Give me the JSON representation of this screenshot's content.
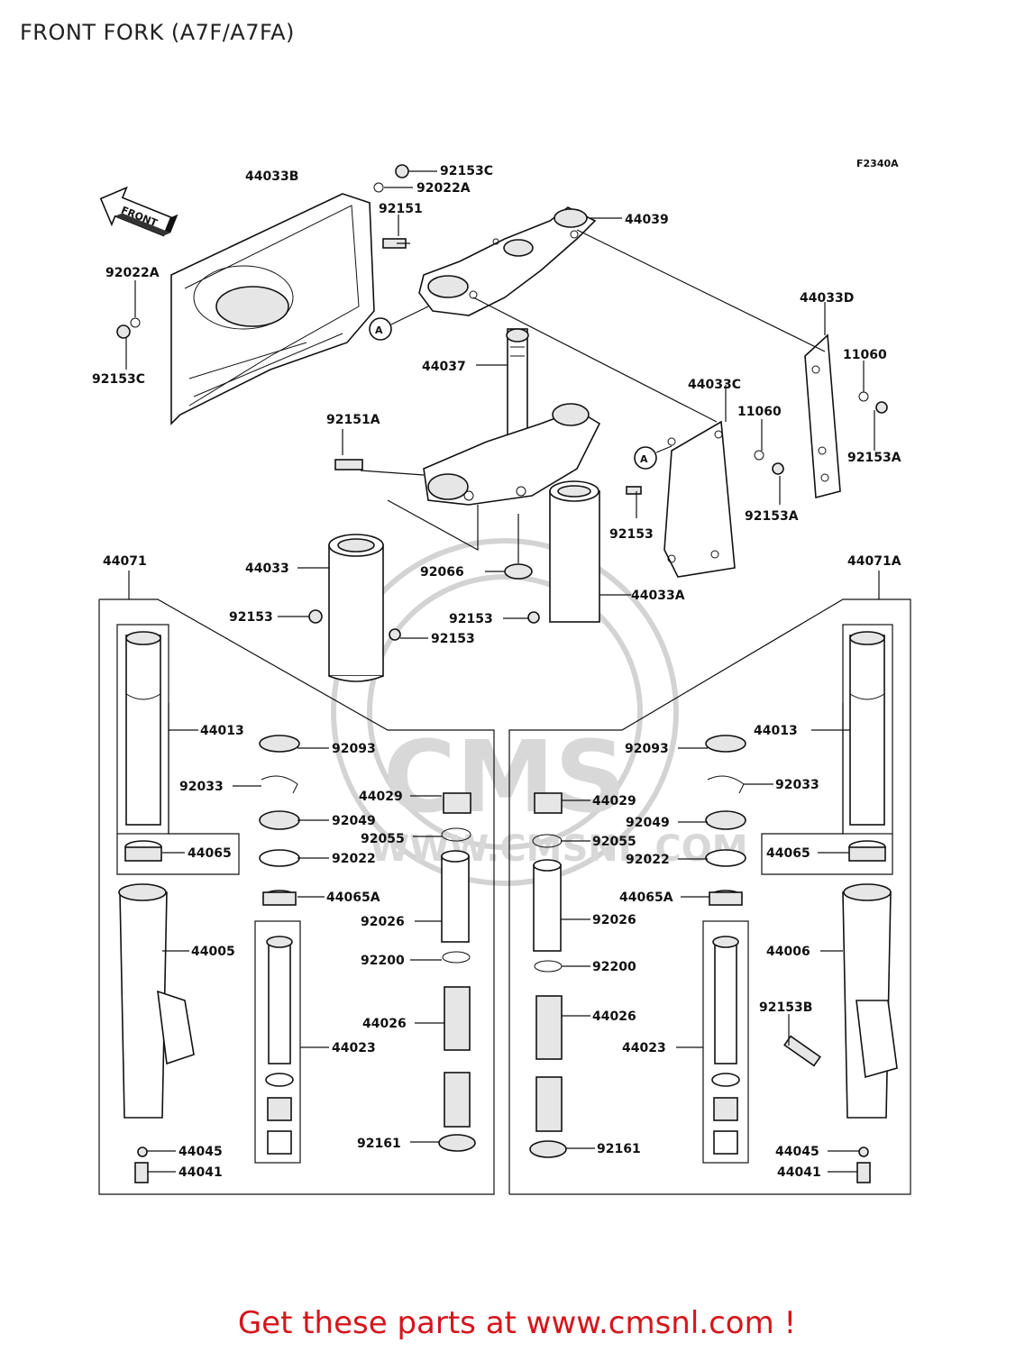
{
  "title": "FRONT FORK (A7F/A7FA)",
  "figure_code": "F2340A",
  "front_arrow": "FRONT",
  "ref_mark": "A",
  "footer": "Get these parts at www.cmsnl.com !",
  "watermark": {
    "brand": "CMS",
    "url": "WWW.CMSNL.COM"
  },
  "labels": [
    {
      "id": "p44033b",
      "text": "44033B"
    },
    {
      "id": "p92153c_top",
      "text": "92153C"
    },
    {
      "id": "p92022a_top",
      "text": "92022A"
    },
    {
      "id": "p92151",
      "text": "92151"
    },
    {
      "id": "p44039",
      "text": "44039"
    },
    {
      "id": "p92022a_left",
      "text": "92022A"
    },
    {
      "id": "p92153c_left",
      "text": "92153C"
    },
    {
      "id": "p44037",
      "text": "44037"
    },
    {
      "id": "p44033d",
      "text": "44033D"
    },
    {
      "id": "p11060_a",
      "text": "11060"
    },
    {
      "id": "p44033c",
      "text": "44033C"
    },
    {
      "id": "p11060_b",
      "text": "11060"
    },
    {
      "id": "p92153a_a",
      "text": "92153A"
    },
    {
      "id": "p92153a_b",
      "text": "92153A"
    },
    {
      "id": "p92151a",
      "text": "92151A"
    },
    {
      "id": "p92153_mid",
      "text": "92153"
    },
    {
      "id": "p44033",
      "text": "44033"
    },
    {
      "id": "p92066",
      "text": "92066"
    },
    {
      "id": "p44033a",
      "text": "44033A"
    },
    {
      "id": "p92153_l1",
      "text": "92153"
    },
    {
      "id": "p92153_l2",
      "text": "92153"
    },
    {
      "id": "p92153_l3",
      "text": "92153"
    },
    {
      "id": "p44071",
      "text": "44071"
    },
    {
      "id": "p44071a",
      "text": "44071A"
    },
    {
      "id": "p44013_l",
      "text": "44013"
    },
    {
      "id": "p92093_l",
      "text": "92093"
    },
    {
      "id": "p92033_l",
      "text": "92033"
    },
    {
      "id": "p44029_l",
      "text": "44029"
    },
    {
      "id": "p92049_l",
      "text": "92049"
    },
    {
      "id": "p92055_l",
      "text": "92055"
    },
    {
      "id": "p44065_l",
      "text": "44065"
    },
    {
      "id": "p92022_l",
      "text": "92022"
    },
    {
      "id": "p44065a_l",
      "text": "44065A"
    },
    {
      "id": "p92026_l",
      "text": "92026"
    },
    {
      "id": "p44005",
      "text": "44005"
    },
    {
      "id": "p92200_l",
      "text": "92200"
    },
    {
      "id": "p44026_l",
      "text": "44026"
    },
    {
      "id": "p44023_l",
      "text": "44023"
    },
    {
      "id": "p92161_l",
      "text": "92161"
    },
    {
      "id": "p44045_l",
      "text": "44045"
    },
    {
      "id": "p44041_l",
      "text": "44041"
    },
    {
      "id": "p44013_r",
      "text": "44013"
    },
    {
      "id": "p92093_r",
      "text": "92093"
    },
    {
      "id": "p92033_r",
      "text": "92033"
    },
    {
      "id": "p44029_r",
      "text": "44029"
    },
    {
      "id": "p92049_r",
      "text": "92049"
    },
    {
      "id": "p92055_r",
      "text": "92055"
    },
    {
      "id": "p44065_r",
      "text": "44065"
    },
    {
      "id": "p92022_r",
      "text": "92022"
    },
    {
      "id": "p44065a_r",
      "text": "44065A"
    },
    {
      "id": "p92026_r",
      "text": "92026"
    },
    {
      "id": "p44006",
      "text": "44006"
    },
    {
      "id": "p92200_r",
      "text": "92200"
    },
    {
      "id": "p92153b",
      "text": "92153B"
    },
    {
      "id": "p44026_r",
      "text": "44026"
    },
    {
      "id": "p44023_r",
      "text": "44023"
    },
    {
      "id": "p92161_r",
      "text": "92161"
    },
    {
      "id": "p44045_r",
      "text": "44045"
    },
    {
      "id": "p44041_r",
      "text": "44041"
    }
  ]
}
